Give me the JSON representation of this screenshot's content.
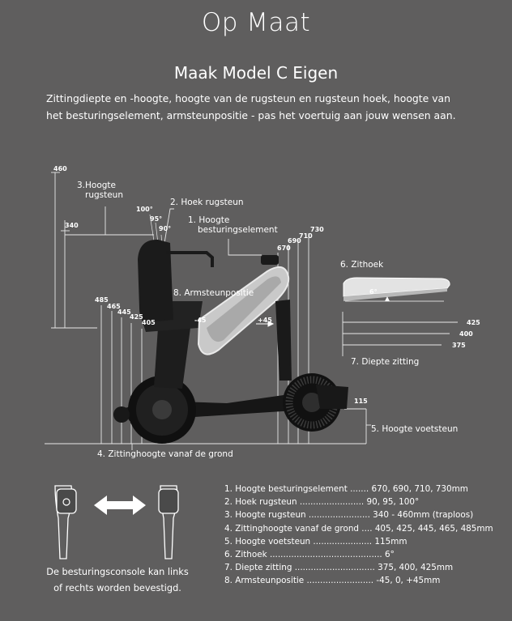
{
  "page": {
    "title": "Op Maat",
    "subtitle": "Maak Model C Eigen",
    "intro": "Zittingdiepte en -hoogte, hoogte van de rugsteun en rugsteun hoek, hoogte van het besturingselement, armsteunpositie - pas het voertuig aan jouw wensen aan."
  },
  "diagram": {
    "label_backrest_height_1": "3.Hoogte",
    "label_backrest_height_2": "rugsteun",
    "label_backrest_angle": "2. Hoek rugsteun",
    "label_control_height_1": "1. Hoogte",
    "label_control_height_2": "besturingselement",
    "label_armrest": "8. Armsteunpositie",
    "label_seat_angle": "6. Zithoek",
    "label_seat_depth": "7. Diepte zitting",
    "label_footrest": "5. Hoogte voetsteun",
    "label_seat_height": "4. Zittinghoogte vanaf de grond",
    "n_460": "460",
    "n_340": "340",
    "n_100": "100°",
    "n_95": "95°",
    "n_90": "90°",
    "n_670": "670",
    "n_690": "690",
    "n_710": "710",
    "n_730": "730",
    "n_485": "485",
    "n_465": "465",
    "n_445": "445",
    "n_425": "425",
    "n_405": "405",
    "n_minus45": "-45",
    "n_plus45": "+45",
    "n_6deg": "6°",
    "n_depth_425": "425",
    "n_depth_400": "400",
    "n_depth_375": "375",
    "n_115": "115"
  },
  "specs": [
    "1. Hoogte besturingselement ....... 670, 690, 710, 730mm",
    "2. Hoek rugsteun ........................ 90, 95, 100°",
    "3. Hoogte rugsteun ....................... 340 - 460mm (traploos)",
    "4. Zittinghoogte vanaf de grond .... 405, 425, 445, 465, 485mm",
    "5. Hoogte voetsteun ...................... 115mm",
    "6. Zithoek .......................................... 6°",
    "7. Diepte zitting .............................. 375, 400, 425mm",
    "8. Armsteunpositie ......................... -45, 0, +45mm"
  ],
  "console": {
    "caption_1": "De besturingsconsole kan links",
    "caption_2": "of rechts worden bevestigd."
  }
}
